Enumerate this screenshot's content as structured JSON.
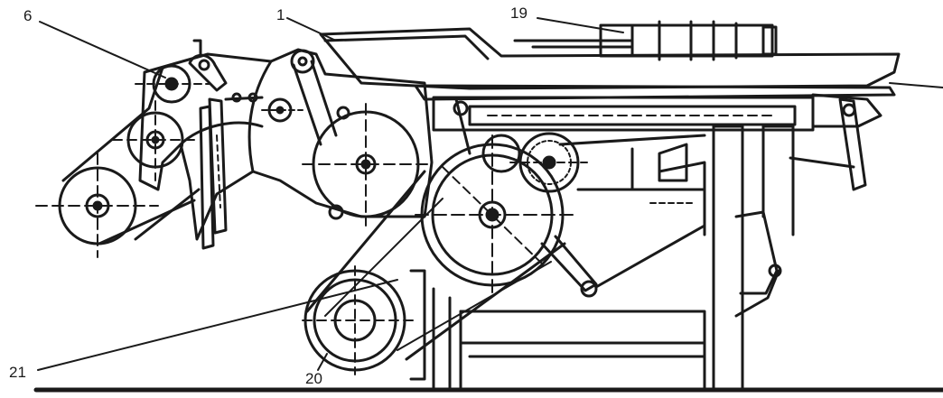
{
  "diagram": {
    "ink": "#1a1a1a",
    "labels": {
      "l6": "6",
      "l1": "1",
      "l19": "19",
      "l21": "21",
      "l20": "20"
    }
  }
}
